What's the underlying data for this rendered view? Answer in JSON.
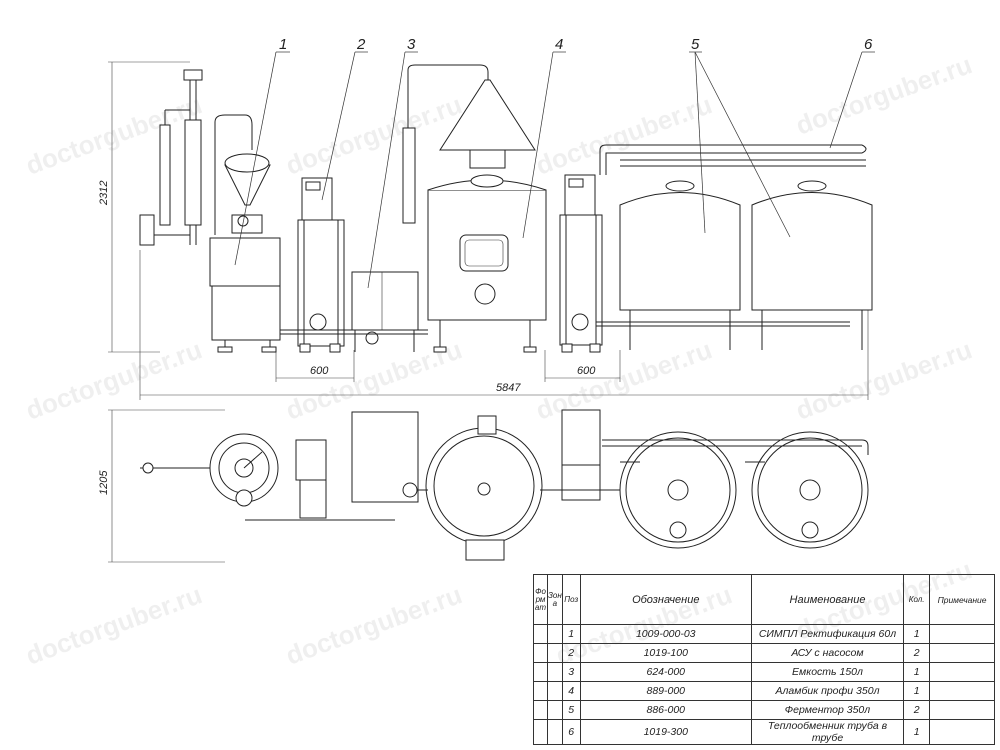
{
  "callouts": [
    "1",
    "2",
    "3",
    "4",
    "5",
    "6"
  ],
  "dimensions": {
    "height_front": "2312",
    "width_600_left": "600",
    "width_600_right": "600",
    "width_total": "5847",
    "height_plan": "1205"
  },
  "watermark": "doctorguber.ru",
  "spec_table": {
    "headers": {
      "format": "Фо рм ат",
      "zone": "Зон а",
      "pos": "Поз",
      "designation": "Обозначение",
      "name": "Наименование",
      "qty": "Кол.",
      "note": "Примечание"
    },
    "rows": [
      {
        "pos": "1",
        "designation": "1009-000-03",
        "name": "СИМПЛ Ректификация 60л",
        "qty": "1",
        "note": ""
      },
      {
        "pos": "2",
        "designation": "1019-100",
        "name": "АСУ с насосом",
        "qty": "2",
        "note": ""
      },
      {
        "pos": "3",
        "designation": "624-000",
        "name": "Емкость 150л",
        "qty": "1",
        "note": ""
      },
      {
        "pos": "4",
        "designation": "889-000",
        "name": "Аламбик профи 350л",
        "qty": "1",
        "note": ""
      },
      {
        "pos": "5",
        "designation": "886-000",
        "name": "Ферментор 350л",
        "qty": "2",
        "note": ""
      },
      {
        "pos": "6",
        "designation": "1019-300",
        "name": "Теплообменник труба в трубе",
        "qty": "1",
        "note": ""
      }
    ]
  }
}
